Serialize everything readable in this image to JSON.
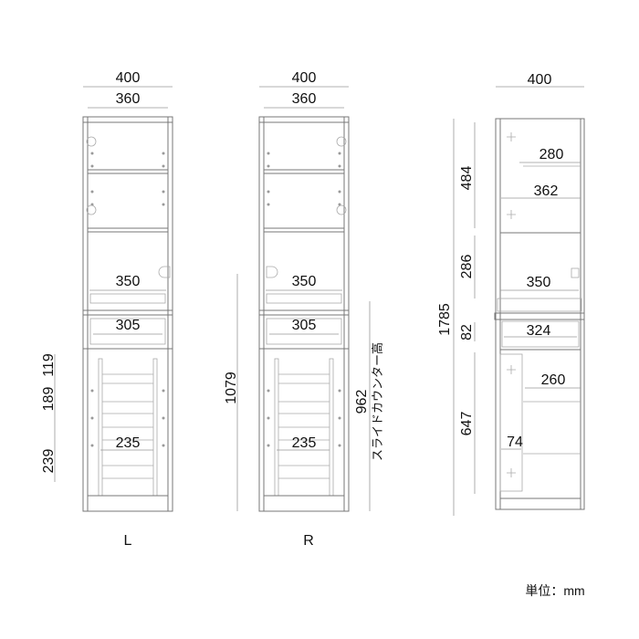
{
  "views": {
    "left": {
      "label": "L",
      "width_outer": "400",
      "width_inner": "360",
      "counter_width": "350",
      "drawer_width": "305",
      "door_shelf_pitch_1": "119",
      "door_shelf_pitch_2": "189",
      "door_shelf_pitch_3": "239",
      "door_inner_width": "235"
    },
    "right": {
      "label": "R",
      "width_outer": "400",
      "width_inner": "360",
      "counter_width": "350",
      "drawer_width": "305",
      "counter_height": "1079",
      "slide_counter_height": "962",
      "slide_counter_label": "スライドカウンター高",
      "door_inner_width": "235"
    },
    "side": {
      "depth_outer": "400",
      "total_height": "1785",
      "upper_height": "484",
      "counter_space_height": "286",
      "drawer_height": "82",
      "lower_height": "647",
      "upper_shelf_depth": "280",
      "upper_inner_depth": "362",
      "counter_depth": "350",
      "drawer_depth": "324",
      "lower_shelf_depth": "260",
      "door_pocket": "74"
    }
  },
  "unit_label": "単位：mm"
}
